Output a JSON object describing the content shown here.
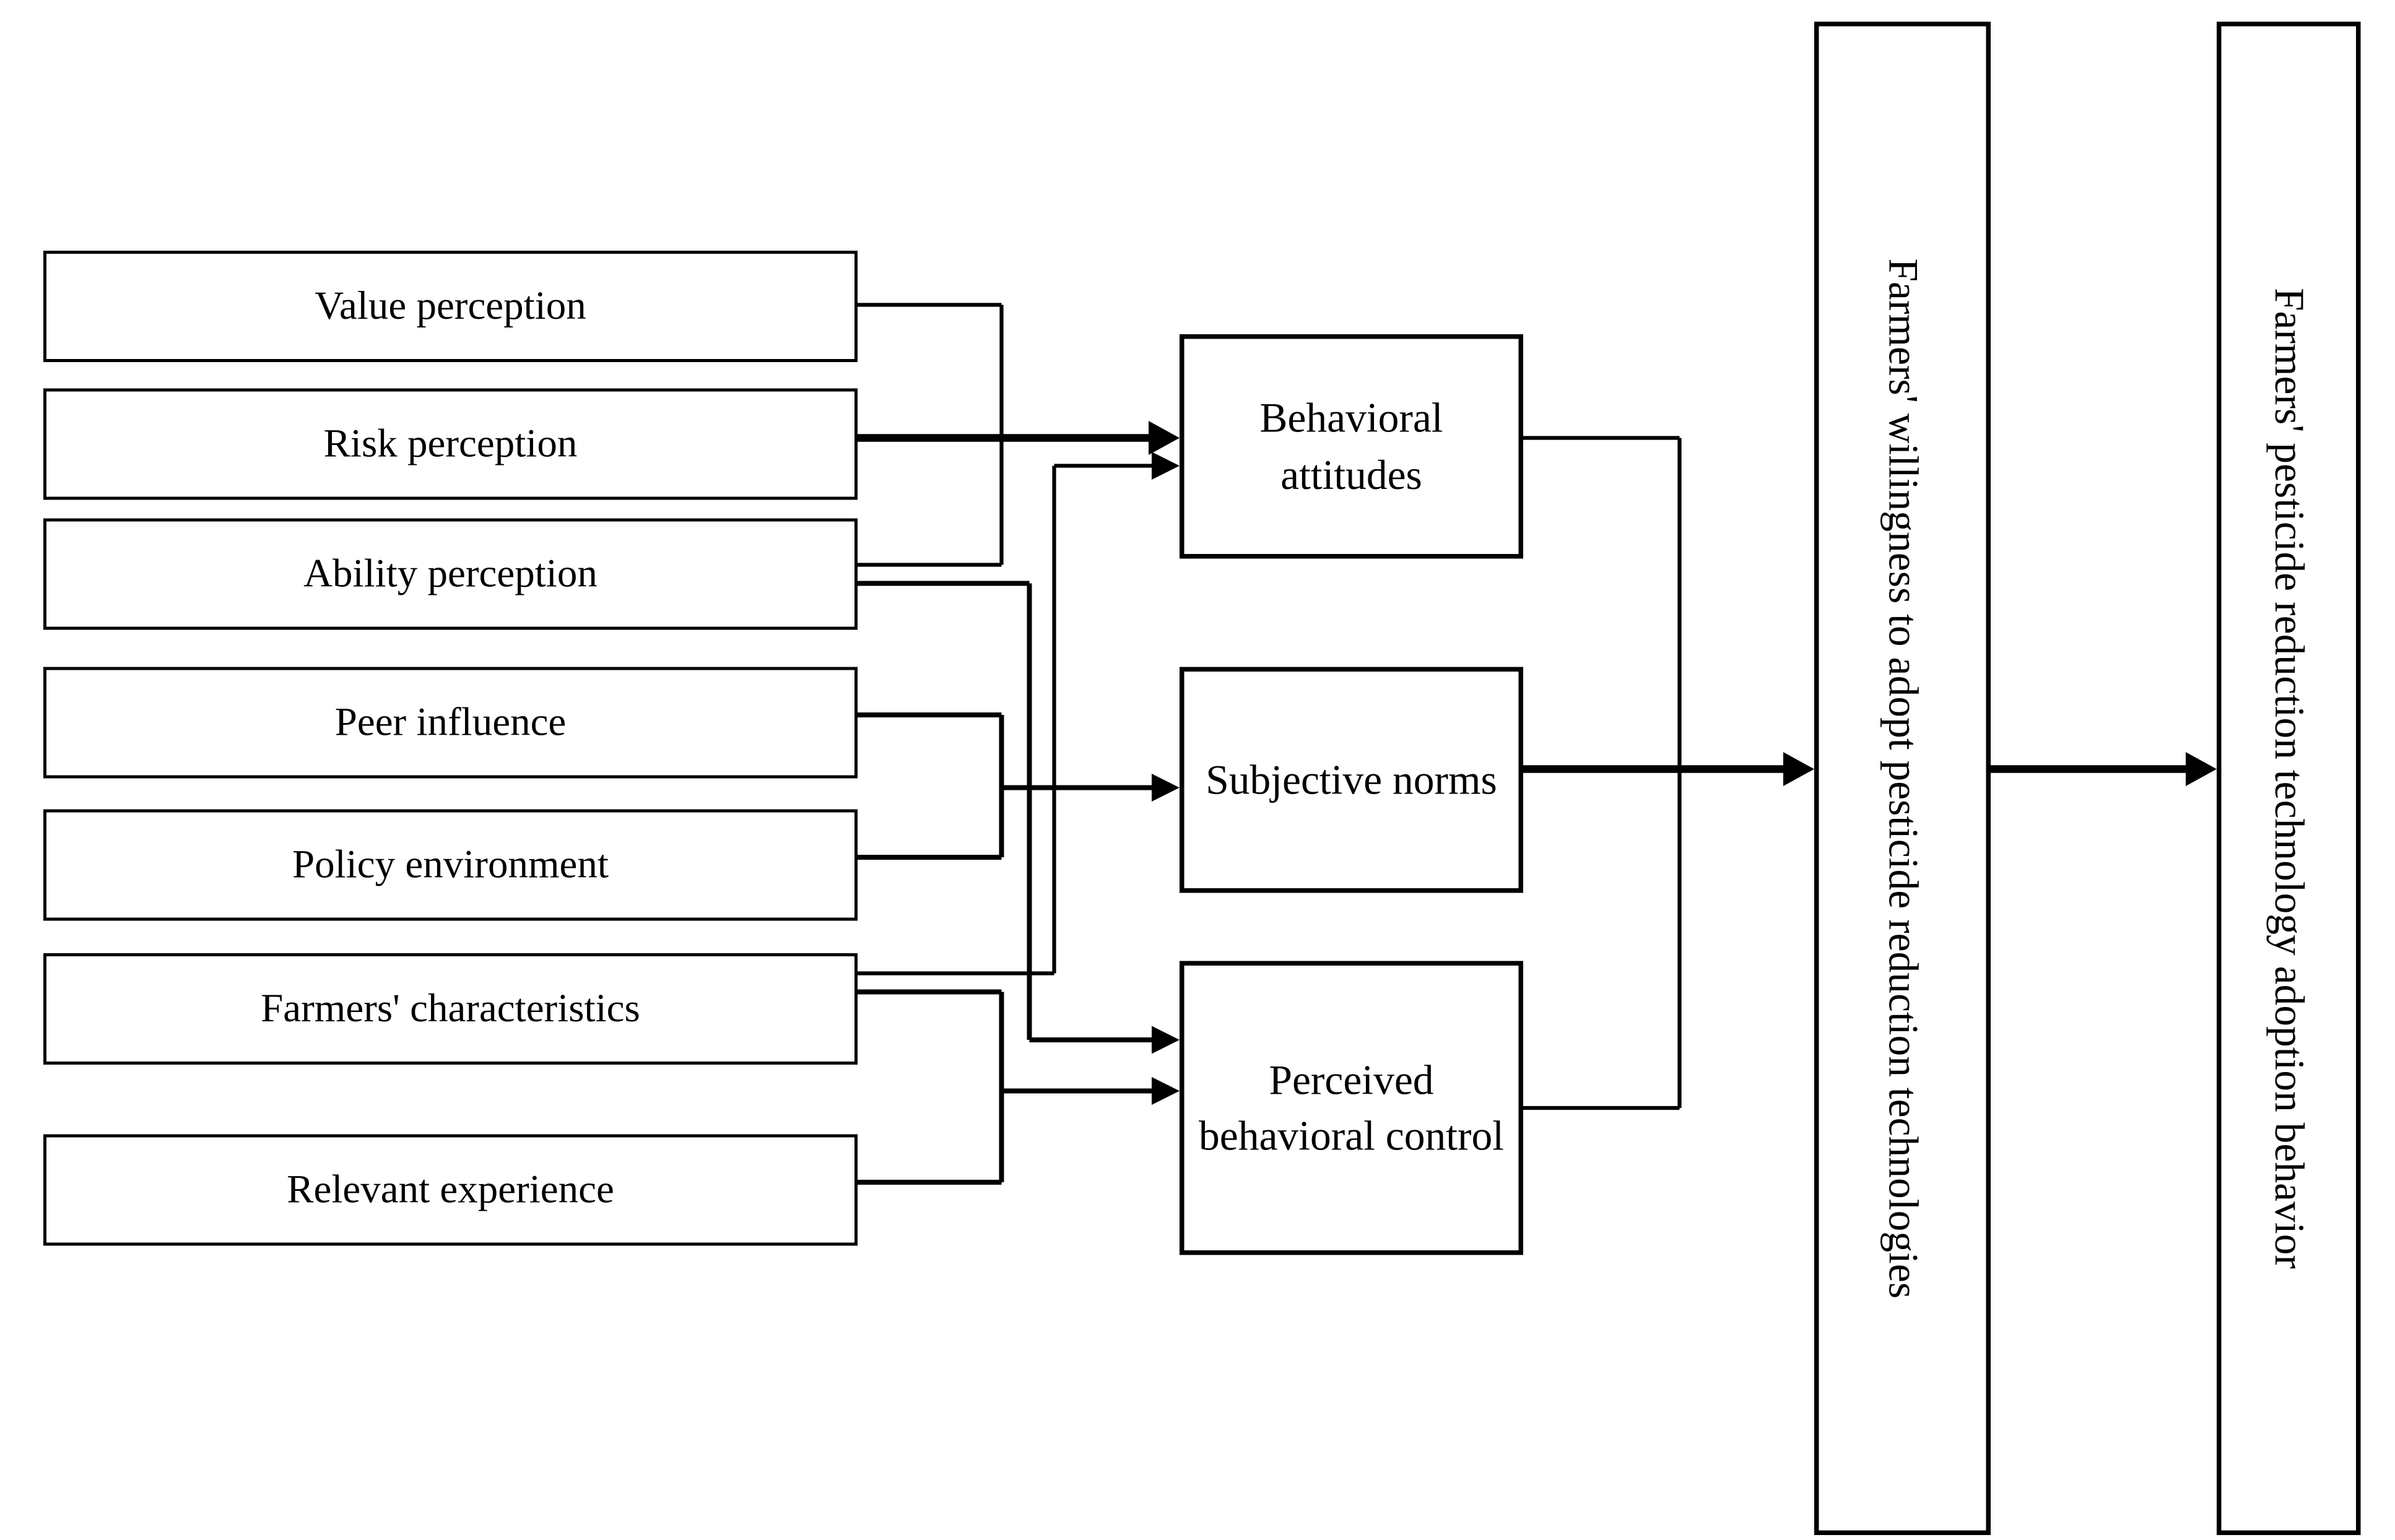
{
  "figure": {
    "antecedents": [
      {
        "label": "Value perception"
      },
      {
        "label": "Risk perception"
      },
      {
        "label": "Ability perception"
      },
      {
        "label": "Peer influence"
      },
      {
        "label": "Policy environment"
      },
      {
        "label": "Farmers' characteristics"
      },
      {
        "label": "Relevant experience"
      }
    ],
    "mediators": [
      {
        "label": "Behavioral attitudes"
      },
      {
        "label": "Subjective norms"
      },
      {
        "label": "Perceived behavioral control"
      }
    ],
    "outcomes": [
      {
        "label": "Farmers' willingness to adopt pesticide reduction technologies"
      },
      {
        "label": "Farmers' pesticide reduction technology adoption behavior"
      }
    ],
    "edges": [
      {
        "from": "Value perception",
        "to": "Behavioral attitudes"
      },
      {
        "from": "Risk perception",
        "to": "Behavioral attitudes"
      },
      {
        "from": "Ability perception",
        "to": "Behavioral attitudes"
      },
      {
        "from": "Ability perception",
        "to": "Perceived behavioral control"
      },
      {
        "from": "Peer influence",
        "to": "Subjective norms"
      },
      {
        "from": "Policy environment",
        "to": "Subjective norms"
      },
      {
        "from": "Farmers' characteristics",
        "to": "Behavioral attitudes"
      },
      {
        "from": "Farmers' characteristics",
        "to": "Perceived behavioral control"
      },
      {
        "from": "Relevant experience",
        "to": "Perceived behavioral control"
      },
      {
        "from": "Behavioral attitudes",
        "to": "Farmers' willingness to adopt pesticide reduction technologies"
      },
      {
        "from": "Subjective norms",
        "to": "Farmers' willingness to adopt pesticide reduction technologies"
      },
      {
        "from": "Perceived behavioral control",
        "to": "Farmers' willingness to adopt pesticide reduction technologies"
      },
      {
        "from": "Farmers' willingness to adopt pesticide reduction technologies",
        "to": "Farmers' pesticide reduction technology adoption behavior"
      }
    ],
    "colors": {
      "line": "#000000",
      "box_border": "#000000",
      "box_fill": "#ffffff",
      "background": "#ffffff",
      "text": "#000000"
    }
  }
}
